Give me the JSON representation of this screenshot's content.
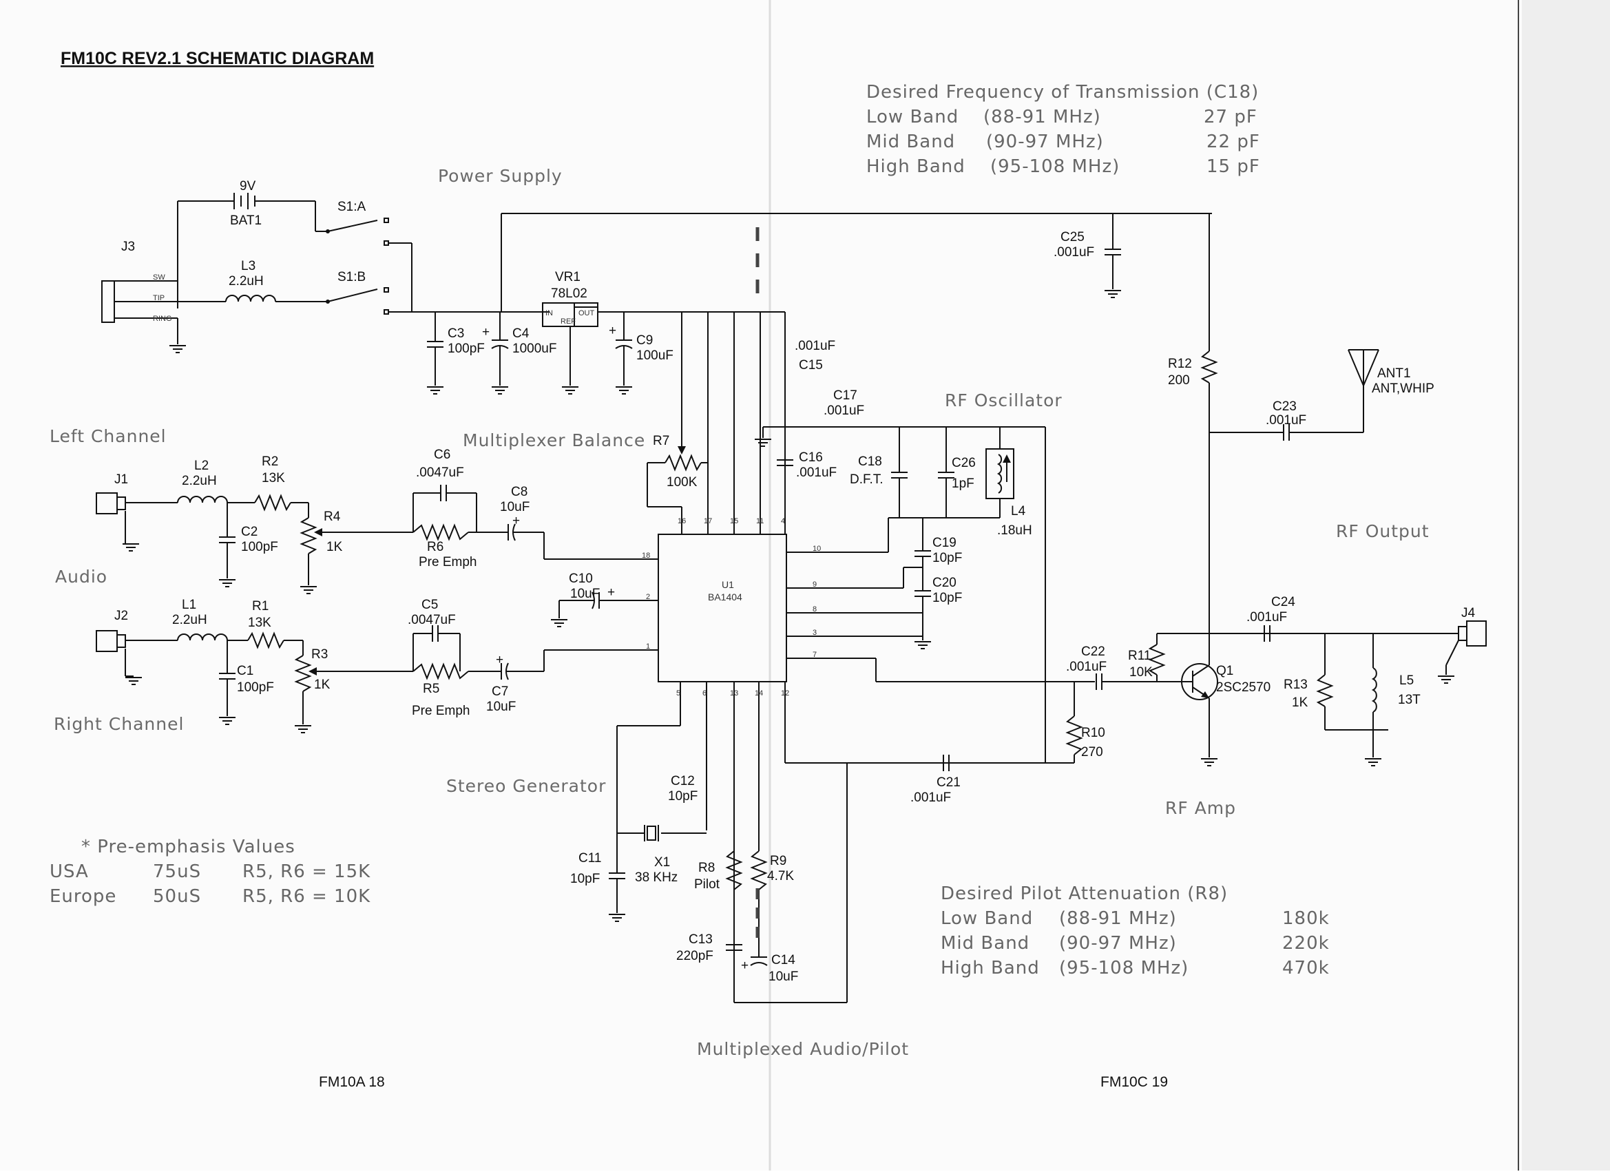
{
  "title": "FM10C REV2.1 SCHEMATIC DIAGRAM",
  "footer": {
    "left": "FM10A 18",
    "right": "FM10C 19"
  },
  "sections": {
    "power_supply": "Power Supply",
    "left_channel": "Left Channel",
    "audio": "Audio",
    "right_channel": "Right Channel",
    "multiplexer_balance": "Multiplexer Balance",
    "rf_oscillator": "RF Oscillator",
    "rf_output": "RF Output",
    "rf_amp": "RF Amp",
    "stereo_generator": "Stereo Generator",
    "multiplexed": "Multiplexed Audio/Pilot"
  },
  "freq_table": {
    "title": "Desired Frequency of Transmission (C18)",
    "rows": [
      {
        "band": "Low Band",
        "range": "(88-91 MHz)",
        "value": "27 pF"
      },
      {
        "band": "Mid Band",
        "range": "(90-97 MHz)",
        "value": "22 pF"
      },
      {
        "band": "High Band",
        "range": "(95-108 MHz)",
        "value": "15 pF"
      }
    ]
  },
  "pilot_table": {
    "title": "Desired Pilot Attenuation (R8)",
    "rows": [
      {
        "band": "Low Band",
        "range": "(88-91 MHz)",
        "value": "180k"
      },
      {
        "band": "Mid Band",
        "range": "(90-97 MHz)",
        "value": "220k"
      },
      {
        "band": "High Band",
        "range": "(95-108 MHz)",
        "value": "470k"
      }
    ]
  },
  "preemph_table": {
    "title": "* Pre-emphasis Values",
    "rows": [
      {
        "region": "USA",
        "time": "75uS",
        "value": "R5, R6 = 15K"
      },
      {
        "region": "Europe",
        "time": "50uS",
        "value": "R5, R6 = 10K"
      }
    ]
  },
  "components": {
    "bat1": {
      "ref": "BAT1",
      "value": "9V"
    },
    "j3": {
      "ref": "J3",
      "sw": "SW",
      "tip": "TIP",
      "ring": "RING"
    },
    "l3": {
      "ref": "L3",
      "value": "2.2uH"
    },
    "s1a": {
      "ref": "S1:A"
    },
    "s1b": {
      "ref": "S1:B"
    },
    "vr1": {
      "ref": "VR1",
      "value": "78L02",
      "in": "IN",
      "out": "OUT",
      "ref_pin": "REF"
    },
    "c3": {
      "ref": "C3",
      "value": "100pF"
    },
    "c4": {
      "ref": "C4",
      "value": "1000uF"
    },
    "c9": {
      "ref": "C9",
      "value": "100uF"
    },
    "c25": {
      "ref": "C25",
      "value": ".001uF"
    },
    "c15": {
      "ref": "C15",
      "value": ".001uF"
    },
    "c17": {
      "ref": "C17",
      "value": ".001uF"
    },
    "c16": {
      "ref": "C16",
      "value": ".001uF"
    },
    "c18": {
      "ref": "C18",
      "value": "D.F.T."
    },
    "c26": {
      "ref": "C26",
      "value": "1pF"
    },
    "l4": {
      "ref": "L4",
      "value": ".18uH"
    },
    "c19": {
      "ref": "C19",
      "value": "10pF"
    },
    "c20": {
      "ref": "C20",
      "value": "10pF"
    },
    "r7": {
      "ref": "R7",
      "value": "100K"
    },
    "j1": {
      "ref": "J1"
    },
    "l2": {
      "ref": "L2",
      "value": "2.2uH"
    },
    "r2": {
      "ref": "R2",
      "value": "13K"
    },
    "c2": {
      "ref": "C2",
      "value": "100pF"
    },
    "r4": {
      "ref": "R4",
      "value": "1K"
    },
    "c6": {
      "ref": "C6",
      "value": ".0047uF"
    },
    "r6": {
      "ref": "R6",
      "value": "Pre Emph"
    },
    "c8": {
      "ref": "C8",
      "value": "10uF"
    },
    "c10": {
      "ref": "C10",
      "value": "10uF"
    },
    "u1": {
      "ref": "U1",
      "value": "BA1404"
    },
    "j2": {
      "ref": "J2"
    },
    "l1": {
      "ref": "L1",
      "value": "2.2uH"
    },
    "r1": {
      "ref": "R1",
      "value": "13K"
    },
    "c1": {
      "ref": "C1",
      "value": "100pF"
    },
    "r3": {
      "ref": "R3",
      "value": "1K"
    },
    "c5": {
      "ref": "C5",
      "value": ".0047uF"
    },
    "r5": {
      "ref": "R5",
      "value": "Pre Emph"
    },
    "c7": {
      "ref": "C7",
      "value": "10uF"
    },
    "c12": {
      "ref": "C12",
      "value": "10pF"
    },
    "c11": {
      "ref": "C11",
      "value": "10pF"
    },
    "x1": {
      "ref": "X1",
      "value": "38 KHz"
    },
    "r8": {
      "ref": "R8",
      "value": "Pilot"
    },
    "r9": {
      "ref": "R9",
      "value": "4.7K"
    },
    "c13": {
      "ref": "C13",
      "value": "220pF"
    },
    "c14": {
      "ref": "C14",
      "value": "10uF"
    },
    "c21": {
      "ref": "C21",
      "value": ".001uF"
    },
    "c22": {
      "ref": "C22",
      "value": ".001uF"
    },
    "r10": {
      "ref": "R10",
      "value": "270"
    },
    "r11": {
      "ref": "R11",
      "value": "10K"
    },
    "q1": {
      "ref": "Q1",
      "value": "2SC2570"
    },
    "r12": {
      "ref": "R12",
      "value": "200"
    },
    "c23": {
      "ref": "C23",
      "value": ".001uF"
    },
    "ant1": {
      "ref": "ANT1",
      "value": "ANT,WHIP"
    },
    "c24": {
      "ref": "C24",
      "value": ".001uF"
    },
    "j4": {
      "ref": "J4"
    },
    "r13": {
      "ref": "R13",
      "value": "1K"
    },
    "l5": {
      "ref": "L5",
      "value": "13T"
    }
  },
  "pins": {
    "p1": "1",
    "p2": "2",
    "p3": "3",
    "p4": "4",
    "p5": "5",
    "p6": "6",
    "p7": "7",
    "p8": "8",
    "p9": "9",
    "p10": "10",
    "p11": "11",
    "p12": "12",
    "p13": "13",
    "p14": "14",
    "p15": "15",
    "p16": "16",
    "p17": "17",
    "p18": "18"
  }
}
